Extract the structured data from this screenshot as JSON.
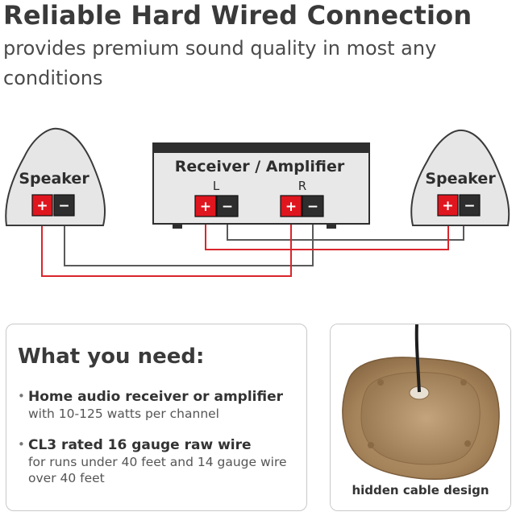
{
  "header": {
    "title": "Reliable Hard Wired Connection",
    "subtitle": "provides premium sound quality in most any conditions"
  },
  "diagram": {
    "left_speaker_label": "Speaker",
    "right_speaker_label": "Speaker",
    "receiver_label": "Receiver / Amplifier",
    "channel_left": "L",
    "channel_right": "R",
    "plus": "+",
    "minus": "−",
    "colors": {
      "positive_terminal": "#e0161f",
      "negative_terminal": "#2e2e2e",
      "positive_wire": "#d9262c",
      "negative_wire": "#5a5a5a",
      "speaker_fill": "#e6e6e6",
      "receiver_fill": "#e8e8e8"
    }
  },
  "requirements": {
    "title": "What you need:",
    "items": [
      {
        "main": "Home audio receiver or amplifier",
        "detail": "with 10-125 watts per channel"
      },
      {
        "main": "CL3 rated 16 gauge raw wire",
        "detail": "for runs under 40 feet and 14 gauge wire over 40 feet"
      }
    ]
  },
  "photo": {
    "caption": "hidden cable design"
  }
}
